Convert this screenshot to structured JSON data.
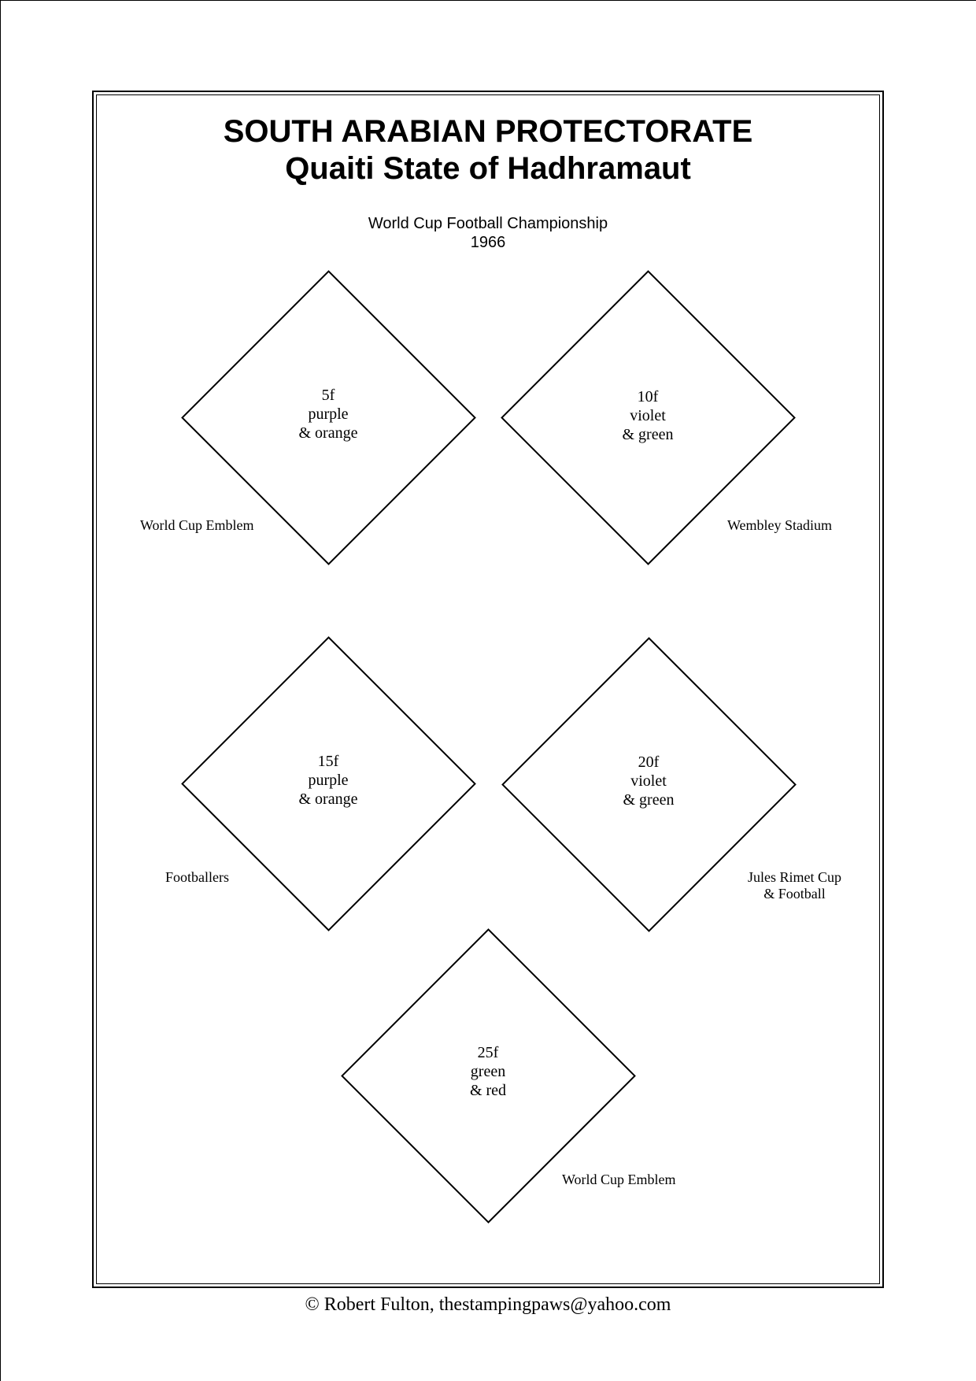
{
  "header": {
    "title_line1": "SOUTH ARABIAN PROTECTORATE",
    "title_line2": "Quaiti State of Hadhramaut",
    "subtitle_line1": "World Cup Football Championship",
    "subtitle_line2": "1966"
  },
  "stamps": [
    {
      "value": "5f",
      "color_line1": "purple",
      "color_line2": "& orange",
      "caption_line1": "World Cup Emblem",
      "caption_line2": ""
    },
    {
      "value": "10f",
      "color_line1": "violet",
      "color_line2": "& green",
      "caption_line1": "Wembley Stadium",
      "caption_line2": ""
    },
    {
      "value": "15f",
      "color_line1": "purple",
      "color_line2": "& orange",
      "caption_line1": "Footballers",
      "caption_line2": ""
    },
    {
      "value": "20f",
      "color_line1": "violet",
      "color_line2": "& green",
      "caption_line1": "Jules Rimet Cup",
      "caption_line2": "& Football"
    },
    {
      "value": "25f",
      "color_line1": "green",
      "color_line2": "& red",
      "caption_line1": "World Cup Emblem",
      "caption_line2": ""
    }
  ],
  "footer": {
    "copyright": "© Robert Fulton, thestampingpaws@yahoo.com"
  }
}
